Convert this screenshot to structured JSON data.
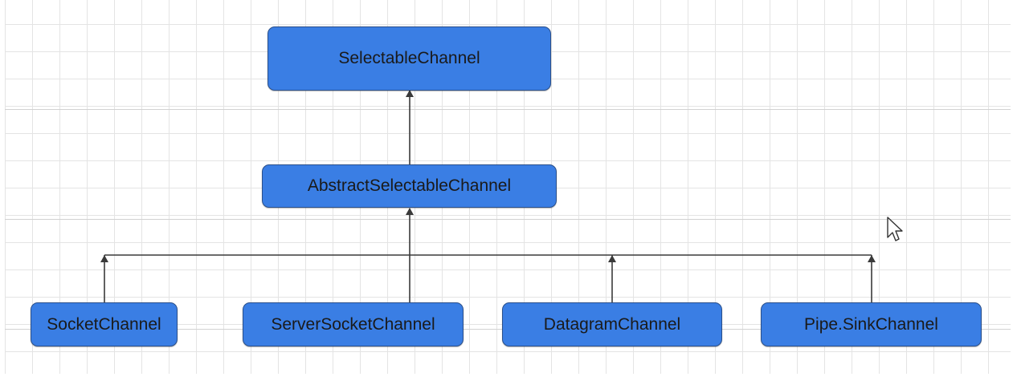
{
  "diagram": {
    "nodes": {
      "selectable_channel": "SelectableChannel",
      "abstract_selectable_channel": "AbstractSelectableChannel",
      "socket_channel": "SocketChannel",
      "server_socket_channel": "ServerSocketChannel",
      "datagram_channel": "DatagramChannel",
      "pipe_sink_channel": "Pipe.SinkChannel"
    },
    "edges": [
      {
        "from": "abstract_selectable_channel",
        "to": "selectable_channel"
      },
      {
        "from": "socket_channel",
        "to": "abstract_selectable_channel"
      },
      {
        "from": "server_socket_channel",
        "to": "abstract_selectable_channel"
      },
      {
        "from": "datagram_channel",
        "to": "abstract_selectable_channel"
      },
      {
        "from": "pipe_sink_channel",
        "to": "abstract_selectable_channel"
      }
    ],
    "colors": {
      "node_fill": "#3a7ee4",
      "node_border": "#2a4f8a",
      "connector": "#3a3a3a",
      "grid": "#e4e4e4"
    }
  }
}
